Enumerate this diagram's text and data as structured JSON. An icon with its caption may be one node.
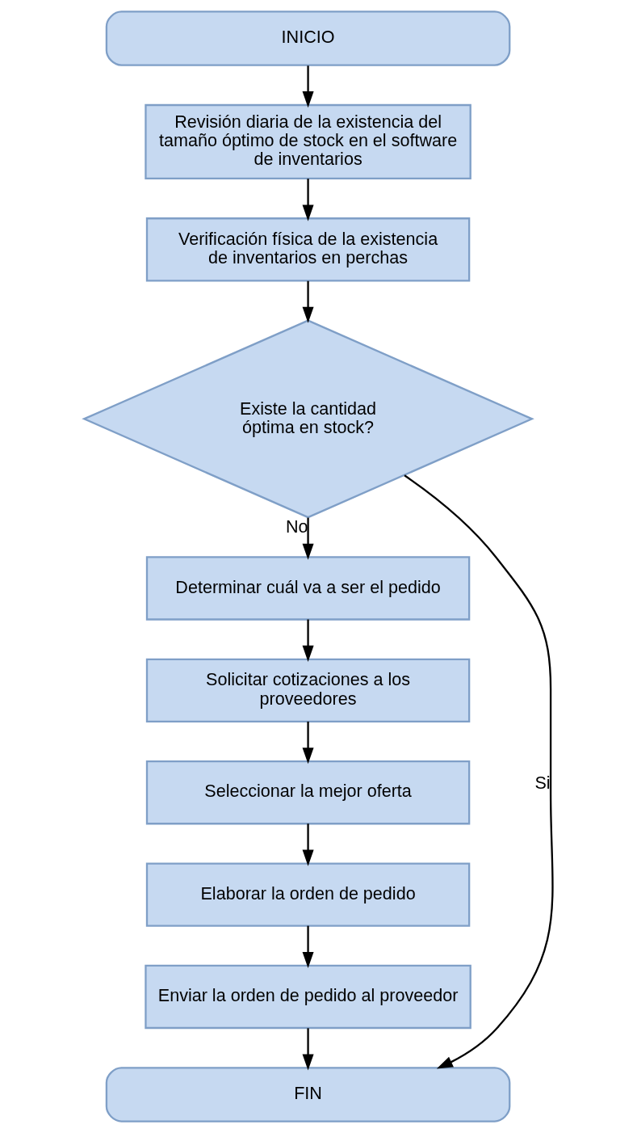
{
  "diagram": {
    "nodes": [
      {
        "text": [
          "INICIO"
        ]
      },
      {
        "text": [
          "Revisión diaria de la existencia del tamaño óptimo de stock en el software de inventarios"
        ]
      },
      {
        "text": [
          "Verificación física de la existencia de inventarios en perchas"
        ]
      },
      {
        "text": [
          "Existe la cantidad óptima en stock?"
        ]
      },
      {
        "text": [
          "Determinar cuál va a ser el pedido"
        ]
      },
      {
        "text": [
          "Solicitar cotizaciones a los proveedores"
        ]
      },
      {
        "text": [
          "Seleccionar la mejor oferta"
        ]
      },
      {
        "text": [
          "Elaborar la orden de pedido"
        ]
      },
      {
        "text": [
          "Enviar la orden de pedido al proveedor"
        ]
      },
      {
        "text": [
          "FIN"
        ]
      }
    ],
    "edges": [
      {
        "from": 0,
        "to": 1,
        "arrow": "to"
      },
      {
        "from": 1,
        "to": 2,
        "arrow": "to"
      },
      {
        "from": 2,
        "to": 3,
        "arrow": "to"
      },
      {
        "from": 3,
        "to": 4,
        "arrow": "to",
        "label": "No"
      },
      {
        "from": 4,
        "to": 5,
        "arrow": "to"
      },
      {
        "from": 5,
        "to": 6,
        "arrow": "to"
      },
      {
        "from": 6,
        "to": 7,
        "arrow": "to"
      },
      {
        "from": 7,
        "to": 8,
        "arrow": "to"
      },
      {
        "from": 8,
        "to": 9,
        "arrow": "to"
      },
      {
        "from": 3,
        "to": 9,
        "arrow": "to",
        "label": "Si"
      }
    ]
  }
}
